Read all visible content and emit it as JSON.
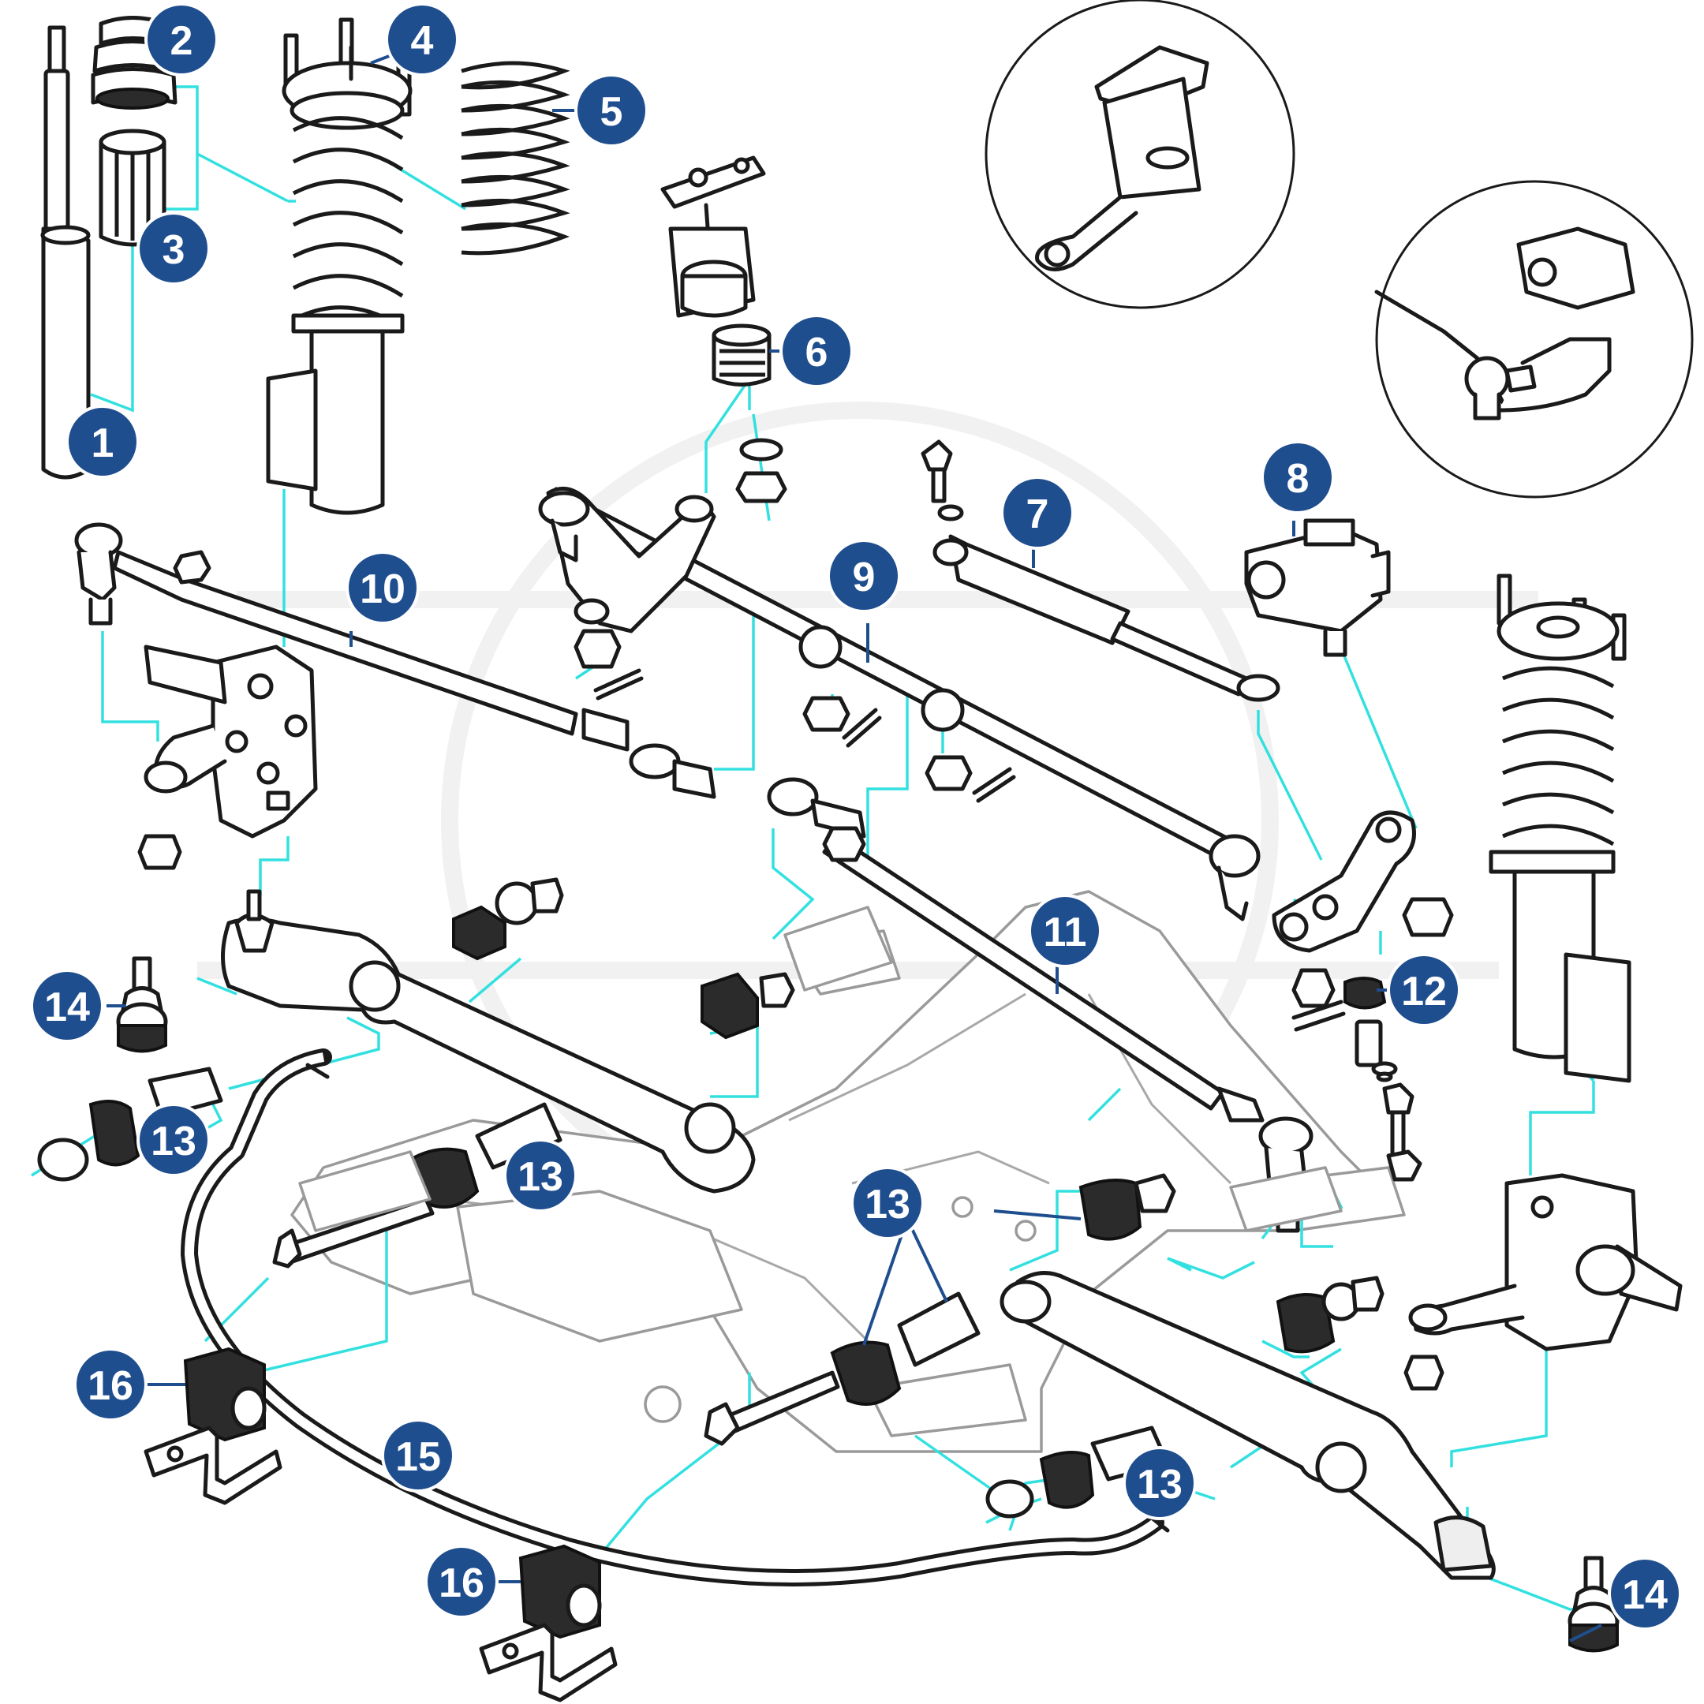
{
  "callouts": [
    {
      "id": "badge-1",
      "label": "1"
    },
    {
      "id": "badge-2",
      "label": "2"
    },
    {
      "id": "badge-3",
      "label": "3"
    },
    {
      "id": "badge-4",
      "label": "4"
    },
    {
      "id": "badge-5",
      "label": "5"
    },
    {
      "id": "badge-6",
      "label": "6"
    },
    {
      "id": "badge-7",
      "label": "7"
    },
    {
      "id": "badge-8",
      "label": "8"
    },
    {
      "id": "badge-9",
      "label": "9"
    },
    {
      "id": "badge-10",
      "label": "10"
    },
    {
      "id": "badge-11",
      "label": "11"
    },
    {
      "id": "badge-12",
      "label": "12"
    },
    {
      "id": "badge-13a",
      "label": "13"
    },
    {
      "id": "badge-13b",
      "label": "13"
    },
    {
      "id": "badge-13c",
      "label": "13"
    },
    {
      "id": "badge-13d",
      "label": "13"
    },
    {
      "id": "badge-14a",
      "label": "14"
    },
    {
      "id": "badge-14b",
      "label": "14"
    },
    {
      "id": "badge-15",
      "label": "15"
    },
    {
      "id": "badge-16a",
      "label": "16"
    },
    {
      "id": "badge-16b",
      "label": "16"
    }
  ],
  "colors": {
    "badge_fill": "#1f4e8f",
    "leader_line": "#33e0e0",
    "part_outline": "#1a1a1a",
    "subframe_outline": "#9a9a9a"
  }
}
